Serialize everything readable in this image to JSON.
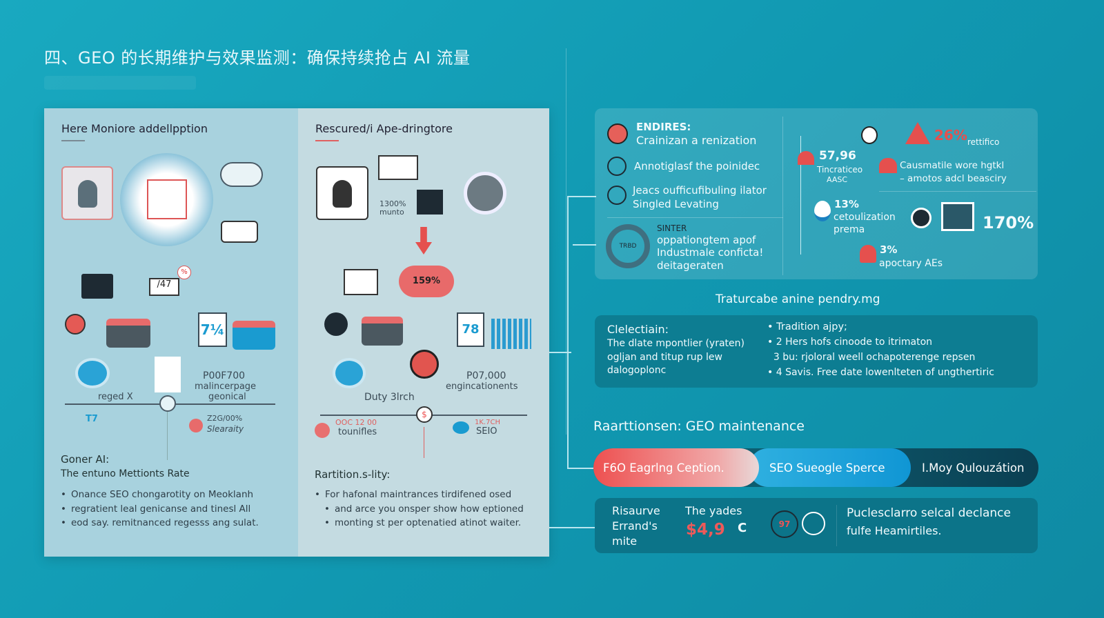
{
  "title": "四、GEO 的长期维护与效果监测：确保持续抢占 AI 流量",
  "left": {
    "heading": "Here Moniore addellpption",
    "labels": {
      "n47": "/47",
      "n74": "7¼",
      "pct": "%",
      "reged": "reged X",
      "p1": "P00F700",
      "p2": "malincerpage",
      "p3": "geonical",
      "t7": "T7",
      "s1": "Z2G/00%",
      "s2": "Slearaity"
    },
    "sub_title": "Goner AI:",
    "sub_text": "The entuno Mettionts Rate",
    "bullets": [
      "Onance SEO chongarotity on Meoklanh",
      "regratient leal genicanse and tinesl All",
      "eod say. remitnanced regesss ang sulat."
    ]
  },
  "right": {
    "heading": "Rescured/i Ape-dringtore",
    "labels": {
      "pct1300": "1300%",
      "munto": "munto",
      "cloud": "159%",
      "n78": "78",
      "duty": "Duty 3lrch",
      "p1": "P07,000",
      "p2": "engincationents",
      "c1": "OOC 12 00",
      "c2": "tounifles",
      "s1": "1K.7CH",
      "s2": "SEIO",
      "dollar": "$"
    },
    "sub_title": "Rartition.s-lity:",
    "bullets": [
      "For hafonal maintrances tirdifened osed",
      "and arce you onsper show how eptioned",
      "monting st per optenatied atinot waiter."
    ]
  },
  "top_card": {
    "items": [
      {
        "title": "ENDIRES:",
        "text": "Crainizan a renization"
      },
      {
        "text": "Annotigl⁠asf the poinidec"
      },
      {
        "text": "Jeacs oufficufibuling ilator",
        "text2": "Singled Levating"
      },
      {
        "title": "SINTER",
        "text": "oppationgtem apof",
        "text2": "Industmale conficta!",
        "text3": "deitageraten",
        "badge": "TRBD"
      }
    ],
    "stats": {
      "warn_pct": "26%",
      "warn_label": "rettifico",
      "s1_pct": "57,96",
      "s1_label": "Tincraticeo",
      "s1_label2": "AASC",
      "s1_next": "Causmatile wore hgtkl",
      "s1_next2": "– amotos adcl beasciry",
      "s2_pct": "13%",
      "s2_label": "cetoulization",
      "s2_label2": "prema",
      "s2_big": "170%",
      "s3_pct": "3%",
      "s3_label": "apoctary AEs"
    }
  },
  "mid_heading": "Traturcabe anine pendry.mg",
  "mid_card": {
    "title": "Clelectiain:",
    "lines": [
      "The dlate mpontlier (yraten)",
      "ogljan and titup rup lew",
      "dalogoplonc"
    ],
    "bullets": [
      "• Tradition ajpy;",
      "• 2 Hers hofs cinoode to itrimaton",
      "  3 bu: rjoloral weell ochapoterenge repsen",
      "• 4 Savis. Free date lowenlteten of ungthertiric"
    ]
  },
  "section_heading": "Raarttionsen: GEO maintenance",
  "pill": {
    "seg1": "F6O Eagrlng Ception.",
    "seg2": "SEO Sueogle Sperce",
    "seg3": "I.Moy Qulouzátion"
  },
  "bottom_card": {
    "col1": [
      "Risaurve",
      "Errand's",
      "mite"
    ],
    "col2_label": "The yades",
    "col2_value": "$4,9",
    "col2_suffix": "C",
    "bubble": "97",
    "text": [
      "Puclesclarro selcal declance",
      "fulfe Heamirtiles."
    ]
  },
  "colors": {
    "accent_red": "#ec5a5a",
    "accent_blue": "#1ca6d8",
    "bg": "#16a0b8"
  }
}
